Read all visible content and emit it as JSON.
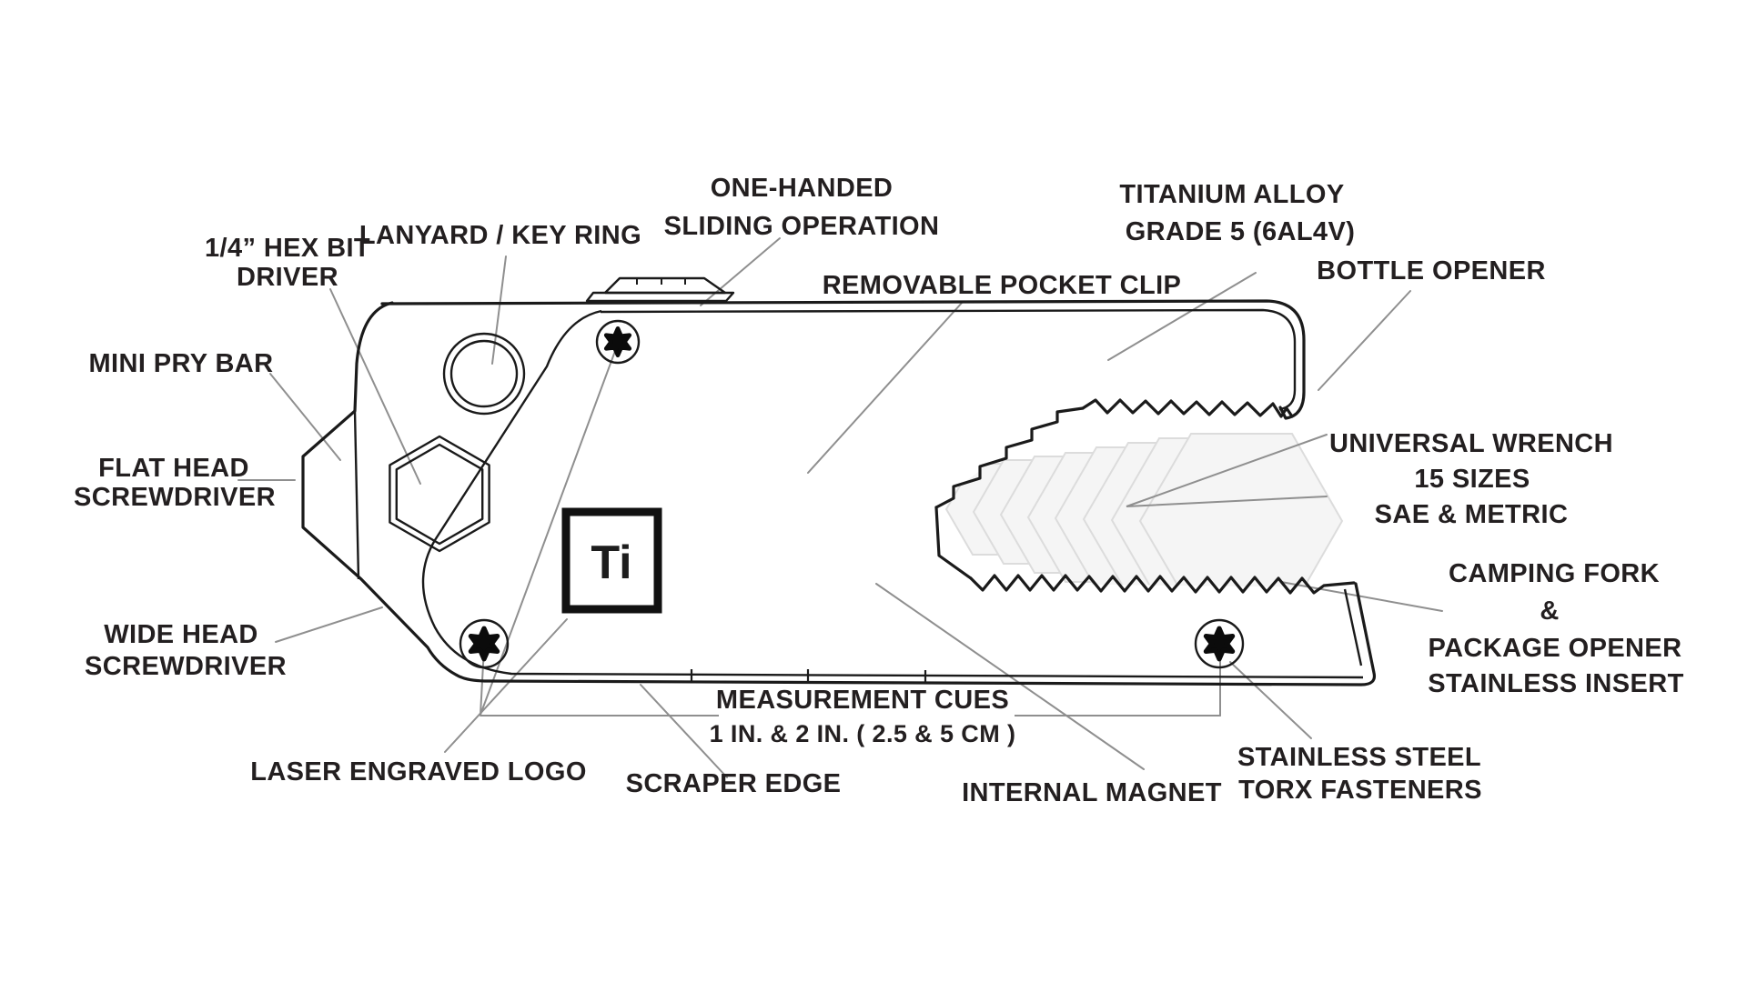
{
  "colors": {
    "background": "#ffffff",
    "line": "#1a1a1a",
    "leader": "#8f8f8f",
    "text": "#231f20",
    "ghost_fill": "#f5f5f5",
    "ghost_stroke": "#dcdcdc"
  },
  "logo": {
    "text": "Ti"
  },
  "labels": {
    "one_handed": {
      "lines": [
        "ONE-HANDED",
        "SLIDING OPERATION"
      ]
    },
    "lanyard": {
      "lines": [
        "LANYARD / KEY RING"
      ]
    },
    "hex_bit": {
      "lines": [
        "1/4” HEX BIT",
        "DRIVER"
      ]
    },
    "mini_pry": {
      "lines": [
        "MINI PRY BAR"
      ]
    },
    "flat_head": {
      "lines": [
        "FLAT HEAD",
        "SCREWDRIVER"
      ]
    },
    "wide_head": {
      "lines": [
        "WIDE HEAD",
        "SCREWDRIVER"
      ]
    },
    "pocket_clip": {
      "lines": [
        "REMOVABLE POCKET CLIP"
      ]
    },
    "titanium": {
      "lines": [
        "TITANIUM ALLOY",
        "GRADE 5 (6AL4V)"
      ]
    },
    "bottle": {
      "lines": [
        "BOTTLE OPENER"
      ]
    },
    "wrench": {
      "lines": [
        "UNIVERSAL WRENCH",
        "15 SIZES",
        "SAE & METRIC"
      ]
    },
    "fork": {
      "lines": [
        "CAMPING FORK",
        "&",
        "PACKAGE OPENER",
        "STAINLESS INSERT"
      ]
    },
    "torx": {
      "lines": [
        "STAINLESS STEEL",
        "TORX FASTENERS"
      ]
    },
    "magnet": {
      "lines": [
        "INTERNAL MAGNET"
      ]
    },
    "measurement": {
      "lines": [
        "MEASUREMENT CUES",
        "1 IN. & 2 IN. ( 2.5 & 5 CM )"
      ]
    },
    "laser_logo": {
      "lines": [
        "LASER ENGRAVED LOGO"
      ]
    },
    "scraper": {
      "lines": [
        "SCRAPER EDGE"
      ]
    }
  }
}
